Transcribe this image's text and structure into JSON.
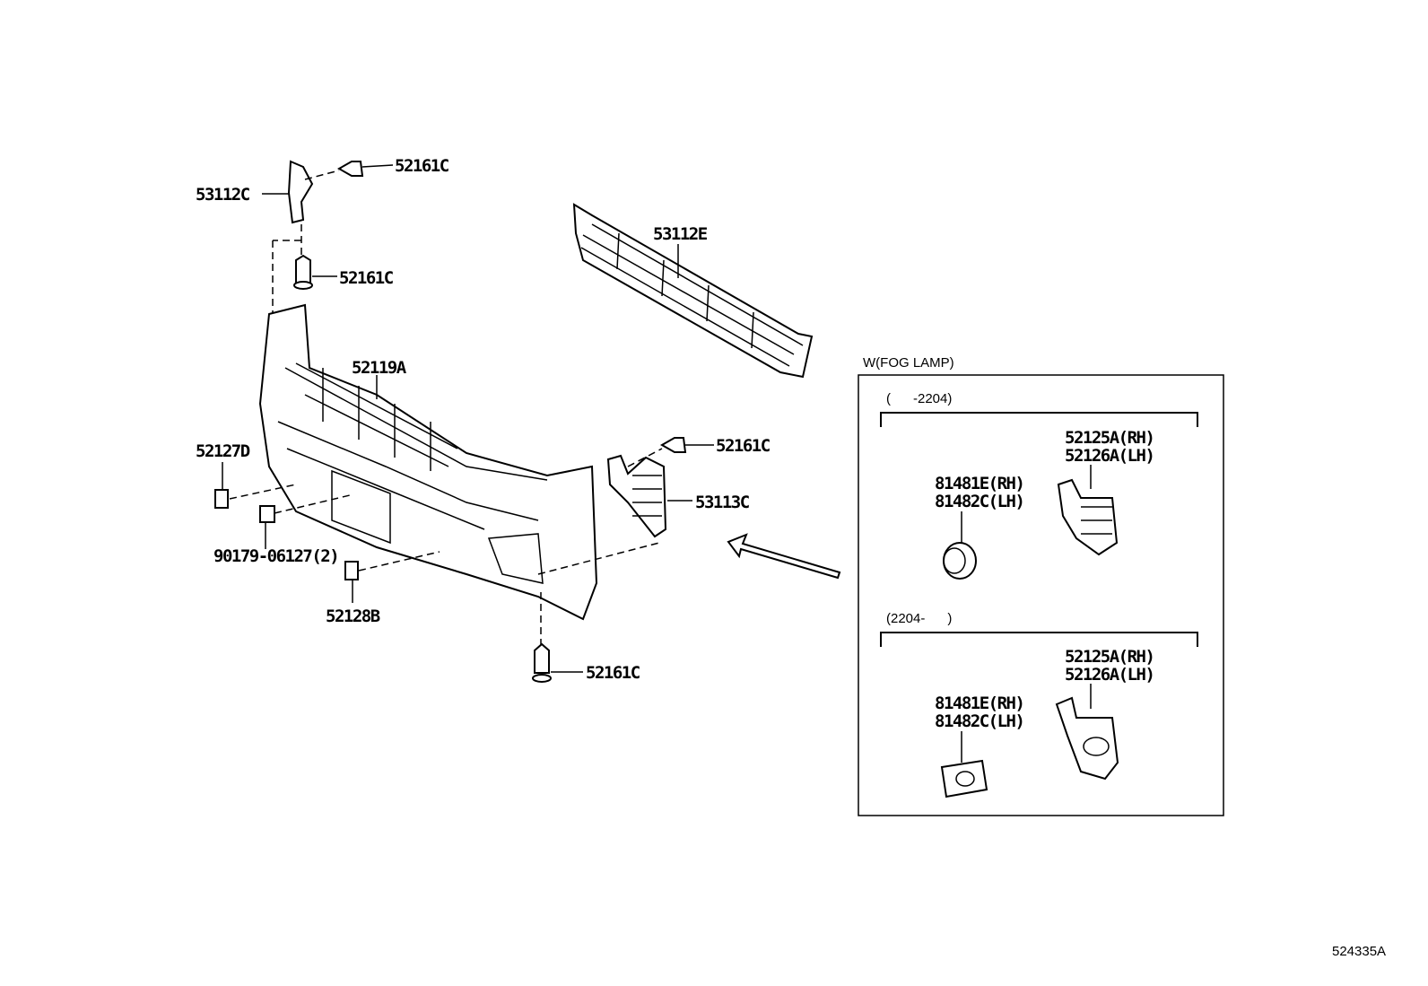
{
  "labels": {
    "p53112C": "53112C",
    "p52161C_1": "52161C",
    "p52161C_2": "52161C",
    "p52161C_3": "52161C",
    "p52161C_4": "52161C",
    "p53112E": "53112E",
    "p52119A": "52119A",
    "p52127D": "52127D",
    "p90179": "90179-06127(2)",
    "p52128B": "52128B",
    "p53113C": "53113C"
  },
  "fog_lamp": {
    "title": "W(FOG LAMP)",
    "groups": [
      {
        "range": "(      -2204)",
        "bezel_rh": "52125A(RH)",
        "bezel_lh": "52126A(LH)",
        "lamp_rh": "81481E(RH)",
        "lamp_lh": "81482C(LH)"
      },
      {
        "range": "(2204-      )",
        "bezel_rh": "52125A(RH)",
        "bezel_lh": "52126A(LH)",
        "lamp_rh": "81481E(RH)",
        "lamp_lh": "81482C(LH)"
      }
    ]
  },
  "diagram_id": "524335A"
}
